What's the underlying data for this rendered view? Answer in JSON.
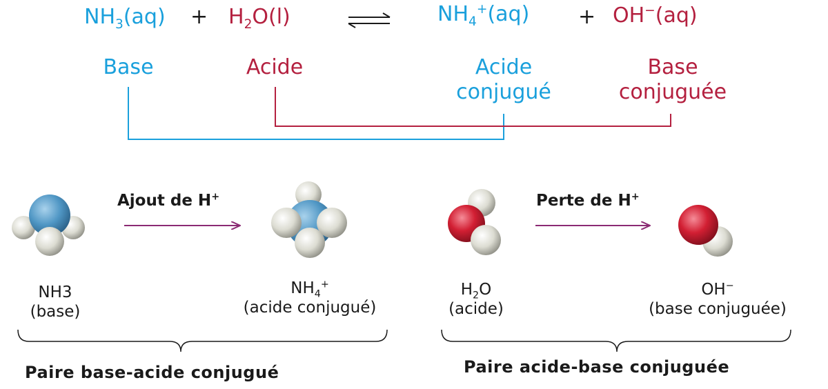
{
  "equation": {
    "reactant_base": {
      "main": "NH",
      "sub": "3",
      "state": "(aq)"
    },
    "plus": "+",
    "reactant_acid": {
      "main": "H",
      "sub": "2",
      "rest": "O(l)"
    },
    "product_acid": {
      "main": "NH",
      "sub": "4",
      "sup": "+",
      "state": "(aq)"
    },
    "product_base": {
      "main": "OH",
      "sup": "−",
      "state": "(aq)"
    }
  },
  "roles": {
    "base": "Base",
    "acid": "Acide",
    "conj_acid_1": "Acide",
    "conj_acid_2": "conjugué",
    "conj_base_1": "Base",
    "conj_base_2": "conjuguée"
  },
  "transfers": {
    "gain": {
      "text": "Ajout de H",
      "sup": "+"
    },
    "loss": {
      "text": "Perte de H",
      "sup": "+"
    }
  },
  "molecules": {
    "nh3": {
      "formula": "NH3",
      "role": "(base)"
    },
    "nh4": {
      "main": "NH",
      "sub": "4",
      "sup": "+",
      "role": "(acide conjugué)"
    },
    "h2o": {
      "main": "H",
      "sub": "2",
      "rest": "O",
      "role": "(acide)"
    },
    "oh": {
      "main": "OH",
      "sup": "−",
      "role": "(base conjuguée)"
    }
  },
  "pairs": {
    "left": "Paire base-acide conjugué",
    "right": "Paire acide-base conjuguée"
  },
  "colors": {
    "base": "#1aa0dc",
    "acid": "#b4203f",
    "arrow": "#8b2a73",
    "nitrogen": "#4f96c4",
    "oxygen": "#d21f33",
    "hydrogen": "#dcdcd2"
  }
}
